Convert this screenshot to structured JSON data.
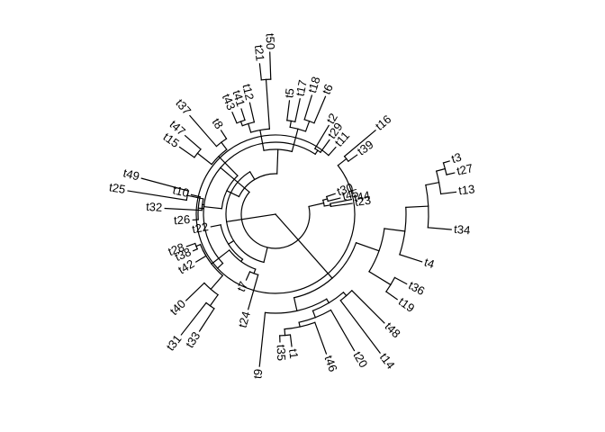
{
  "chart_data": {
    "type": "circular-phylogenetic-tree",
    "colors": {
      "branch": "#000000",
      "label": "#000000",
      "background": "#ffffff"
    },
    "tips": [
      {
        "label": "t3",
        "angle": 17.0,
        "radius": 202
      },
      {
        "label": "t27",
        "angle": 13.0,
        "radius": 204
      },
      {
        "label": "t13",
        "angle": 7.0,
        "radius": 202
      },
      {
        "label": "t34",
        "angle": -5.0,
        "radius": 196
      },
      {
        "label": "t4",
        "angle": -18.0,
        "radius": 171
      },
      {
        "label": "t36",
        "angle": -28.0,
        "radius": 165
      },
      {
        "label": "t19",
        "angle": -35.0,
        "radius": 165
      },
      {
        "label": "t48",
        "angle": -45.0,
        "radius": 171
      },
      {
        "label": "t14",
        "angle": -53.0,
        "radius": 193
      },
      {
        "label": "t20",
        "angle": -60.0,
        "radius": 175
      },
      {
        "label": "t46",
        "angle": -70.0,
        "radius": 165
      },
      {
        "label": "t1",
        "angle": -83.0,
        "radius": 148
      },
      {
        "label": "t35",
        "angle": -88.0,
        "radius": 142
      },
      {
        "label": "t9",
        "angle": -96.0,
        "radius": 170
      },
      {
        "label": "t24",
        "angle": -106.0,
        "radius": 110
      },
      {
        "label": "t7",
        "angle": -114.0,
        "radius": 80
      },
      {
        "label": "t33",
        "angle": -123.0,
        "radius": 155
      },
      {
        "label": "t31",
        "angle": -128.0,
        "radius": 170
      },
      {
        "label": "t40",
        "angle": -136.0,
        "radius": 138
      },
      {
        "label": "t42",
        "angle": -149.0,
        "radius": 103
      },
      {
        "label": "t38",
        "angle": -156.0,
        "radius": 100
      },
      {
        "label": "t28",
        "angle": -160.0,
        "radius": 105
      },
      {
        "label": "t22",
        "angle": -169.0,
        "radius": 73
      },
      {
        "label": "t49",
        "angle": 165.0,
        "radius": 154
      },
      {
        "label": "t25",
        "angle": 171.0,
        "radius": 166
      },
      {
        "label": "t32",
        "angle": 177.0,
        "radius": 123
      },
      {
        "label": "t26",
        "angle": -176.0,
        "radius": 92
      },
      {
        "label": "t10",
        "angle": 167.0,
        "radius": 96
      },
      {
        "label": "t15",
        "angle": 145.0,
        "radius": 130
      },
      {
        "label": "t47",
        "angle": 139.0,
        "radius": 133
      },
      {
        "label": "t37",
        "angle": 131.0,
        "radius": 145
      },
      {
        "label": "t8",
        "angle": 123.0,
        "radius": 111
      },
      {
        "label": "t43",
        "angle": 113.0,
        "radius": 123
      },
      {
        "label": "t41",
        "angle": 108.0,
        "radius": 123
      },
      {
        "label": "t12",
        "angle": 103.0,
        "radius": 127
      },
      {
        "label": "t21",
        "angle": 96.0,
        "radius": 168
      },
      {
        "label": "t50",
        "angle": 92.0,
        "radius": 180
      },
      {
        "label": "t5",
        "angle": 83.0,
        "radius": 127
      },
      {
        "label": "t17",
        "angle": 78.0,
        "radius": 131
      },
      {
        "label": "t18",
        "angle": 73.0,
        "radius": 138
      },
      {
        "label": "t6",
        "angle": 67.0,
        "radius": 142
      },
      {
        "label": "t2",
        "angle": 59.0,
        "radius": 115
      },
      {
        "label": "t29",
        "angle": 54.0,
        "radius": 102
      },
      {
        "label": "t11",
        "angle": 48.0,
        "radius": 100
      },
      {
        "label": "t16",
        "angle": 40.0,
        "radius": 145
      },
      {
        "label": "t39",
        "angle": 36.0,
        "radius": 112
      },
      {
        "label": "t30",
        "angle": 19.0,
        "radius": 70
      },
      {
        "label": "t45",
        "angle": 14.0,
        "radius": 74
      },
      {
        "label": "t44",
        "angle": 11.0,
        "radius": 86
      },
      {
        "label": "t23",
        "angle": 8.0,
        "radius": 86
      }
    ],
    "tree": {
      "r": 0,
      "ch": [
        {
          "r": 95,
          "ch": [
            {
              "r": 122,
              "ch": [
                {
                  "r": 145,
                  "ch": [
                    {
                      "r": 170,
                      "ch": [
                        {
                          "r": 185,
                          "ch": [
                            {
                              "r": 195,
                              "ch": [
                                {
                                  "tip": "t3"
                                },
                                {
                                  "tip": "t27"
                                }
                              ]
                            },
                            {
                              "tip": "t13"
                            }
                          ]
                        },
                        {
                          "tip": "t34"
                        }
                      ]
                    },
                    {
                      "tip": "t4"
                    }
                  ]
                },
                {
                  "r": 150,
                  "ch": [
                    {
                      "tip": "t36"
                    },
                    {
                      "tip": "t19"
                    }
                  ]
                }
              ]
            },
            {
              "r": 110,
              "ch": [
                {
                  "r": 115,
                  "ch": [
                    {
                      "r": 120,
                      "ch": [
                        {
                          "tip": "t48"
                        },
                        {
                          "tip": "t14"
                        }
                      ]
                    },
                    {
                      "r": 123,
                      "ch": [
                        {
                          "tip": "t20"
                        },
                        {
                          "r": 128,
                          "ch": [
                            {
                              "tip": "t46"
                            },
                            {
                              "r": 135,
                              "ch": [
                                {
                                  "tip": "t1"
                                },
                                {
                                  "tip": "t35"
                                }
                              ]
                            }
                          ]
                        }
                      ]
                    }
                  ]
                },
                {
                  "tip": "t9"
                }
              ]
            }
          ]
        },
        {
          "r": 55,
          "ch": [
            {
              "r": 58,
              "ch": [
                {
                  "r": 62,
                  "ch": [
                    {
                      "r": 65,
                      "ch": [
                        {
                          "r": 70,
                          "ch": [
                            {
                              "tip": "t24"
                            },
                            {
                              "tip": "t7"
                            }
                          ]
                        },
                        {
                          "r": 90,
                          "ch": [
                            {
                              "r": 110,
                              "ch": [
                                {
                                  "r": 125,
                                  "ch": [
                                    {
                                      "tip": "t33"
                                    },
                                    {
                                      "tip": "t31"
                                    }
                                  ]
                                },
                                {
                                  "tip": "t40"
                                }
                              ]
                            },
                            {
                              "r": 90,
                              "ch": [
                                {
                                  "tip": "t42"
                                },
                                {
                                  "r": 95,
                                  "ch": [
                                    {
                                      "tip": "t38"
                                    },
                                    {
                                      "tip": "t28"
                                    }
                                  ]
                                }
                              ]
                            }
                          ]
                        }
                      ]
                    },
                    {
                      "tip": "t22"
                    }
                  ]
                }
              ]
            },
            {
              "r": 45,
              "ch": [
                {
                  "r": 60,
                  "ch": [
                    {
                      "r": 80,
                      "ch": [
                        {
                          "r": 82,
                          "ch": [
                            {
                              "r": 100,
                              "ch": [
                                {
                                  "tip": "t49"
                                },
                                {
                                  "tip": "t25"
                                }
                              ]
                            },
                            {
                              "tip": "t32"
                            }
                          ]
                        },
                        {
                          "r": 86,
                          "ch": [
                            {
                              "tip": "t26"
                            },
                            {
                              "tip": "t10"
                            }
                          ]
                        }
                      ]
                    },
                    {
                      "r": 90,
                      "ch": [
                        {
                          "r": 110,
                          "ch": [
                            {
                              "tip": "t15"
                            },
                            {
                              "tip": "t47"
                            }
                          ]
                        },
                        {
                          "r": 100,
                          "ch": [
                            {
                              "tip": "t37"
                            },
                            {
                              "tip": "t8"
                            }
                          ]
                        }
                      ]
                    }
                  ]
                },
                {
                  "r": 72,
                  "ch": [
                    {
                      "r": 95,
                      "ch": [
                        {
                          "r": 105,
                          "ch": [
                            {
                              "r": 110,
                              "ch": [
                                {
                                  "tip": "t43"
                                },
                                {
                                  "tip": "t41"
                                }
                              ]
                            },
                            {
                              "tip": "t12"
                            }
                          ]
                        },
                        {
                          "r": 150,
                          "ch": [
                            {
                              "tip": "t21"
                            },
                            {
                              "tip": "t50"
                            }
                          ]
                        }
                      ]
                    },
                    {
                      "r": 98,
                      "ch": [
                        {
                          "r": 105,
                          "ch": [
                            {
                              "tip": "t5"
                            },
                            {
                              "tip": "t17"
                            }
                          ]
                        },
                        {
                          "r": 110,
                          "ch": [
                            {
                              "tip": "t18"
                            },
                            {
                              "tip": "t6"
                            }
                          ]
                        }
                      ]
                    }
                  ]
                }
              ]
            },
            {
              "r": 38,
              "ch": [
                {
                  "r": 80,
                  "ch": [
                    {
                      "r": 85,
                      "ch": [
                        {
                          "tip": "t2"
                        },
                        {
                          "tip": "t29"
                        }
                      ]
                    },
                    {
                      "r": 88,
                      "ch": [
                        {
                          "tip": "t11"
                        },
                        {
                          "r": 100,
                          "ch": [
                            {
                              "tip": "t16"
                            },
                            {
                              "tip": "t39"
                            }
                          ]
                        }
                      ]
                    }
                  ]
                },
                {
                  "r": 55,
                  "ch": [
                    {
                      "r": 60,
                      "ch": [
                        {
                          "tip": "t30"
                        },
                        {
                          "tip": "t45"
                        }
                      ]
                    },
                    {
                      "r": 62,
                      "ch": [
                        {
                          "tip": "t44"
                        },
                        {
                          "tip": "t23"
                        }
                      ]
                    }
                  ]
                }
              ]
            }
          ]
        }
      ]
    }
  }
}
